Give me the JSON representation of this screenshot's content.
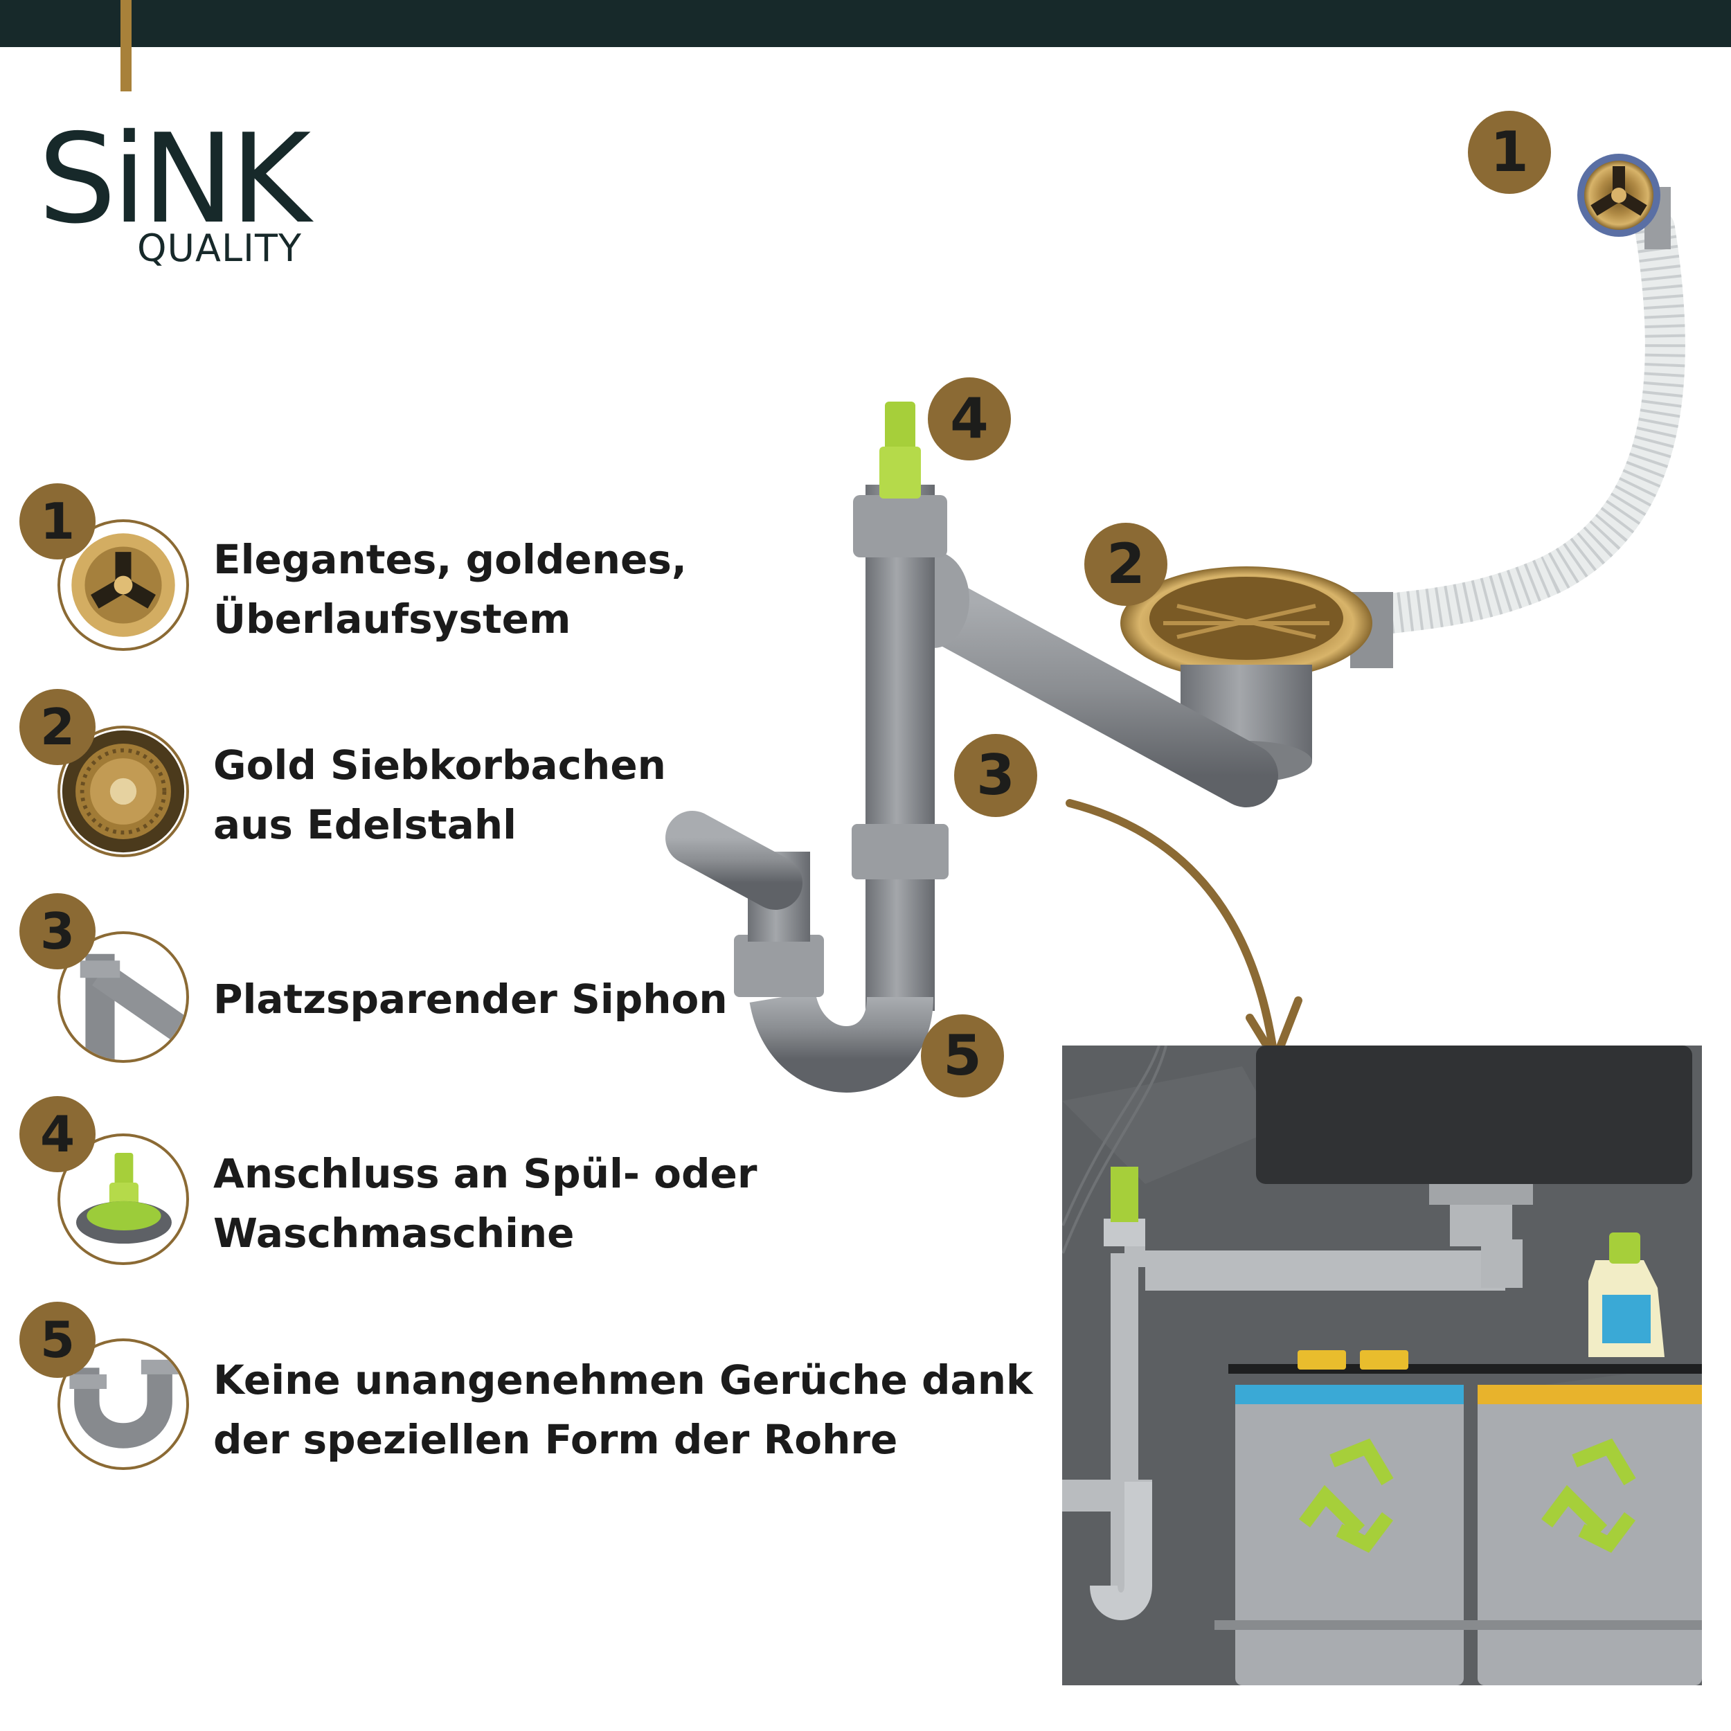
{
  "brand": {
    "name": "SiNK",
    "tagline": "QUALITY"
  },
  "colors": {
    "topbar": "#17292a",
    "accent_gold": "#a8813a",
    "badge": "#8b6a34",
    "pipe_grey": "#8e9094",
    "connector_green": "#a6cf3a"
  },
  "callouts": [
    "1",
    "2",
    "3",
    "4",
    "5"
  ],
  "features": [
    {
      "number": "1",
      "line1": "Elegantes, goldenes,",
      "line2": "Überlaufsystem",
      "icon": "overflow-icon"
    },
    {
      "number": "2",
      "line1": "Gold Siebkorbachen",
      "line2": "aus Edelstahl",
      "icon": "strainer-icon"
    },
    {
      "number": "3",
      "line1": "Platzsparender Siphon",
      "line2": "",
      "icon": "siphon-icon"
    },
    {
      "number": "4",
      "line1": "Anschluss an Spül- oder",
      "line2": "Waschmaschine",
      "icon": "connector-icon"
    },
    {
      "number": "5",
      "line1": "Keine unangenehmen Gerüche dank",
      "line2": "der speziellen Form der Rohre",
      "icon": "u-pipe-icon"
    }
  ]
}
